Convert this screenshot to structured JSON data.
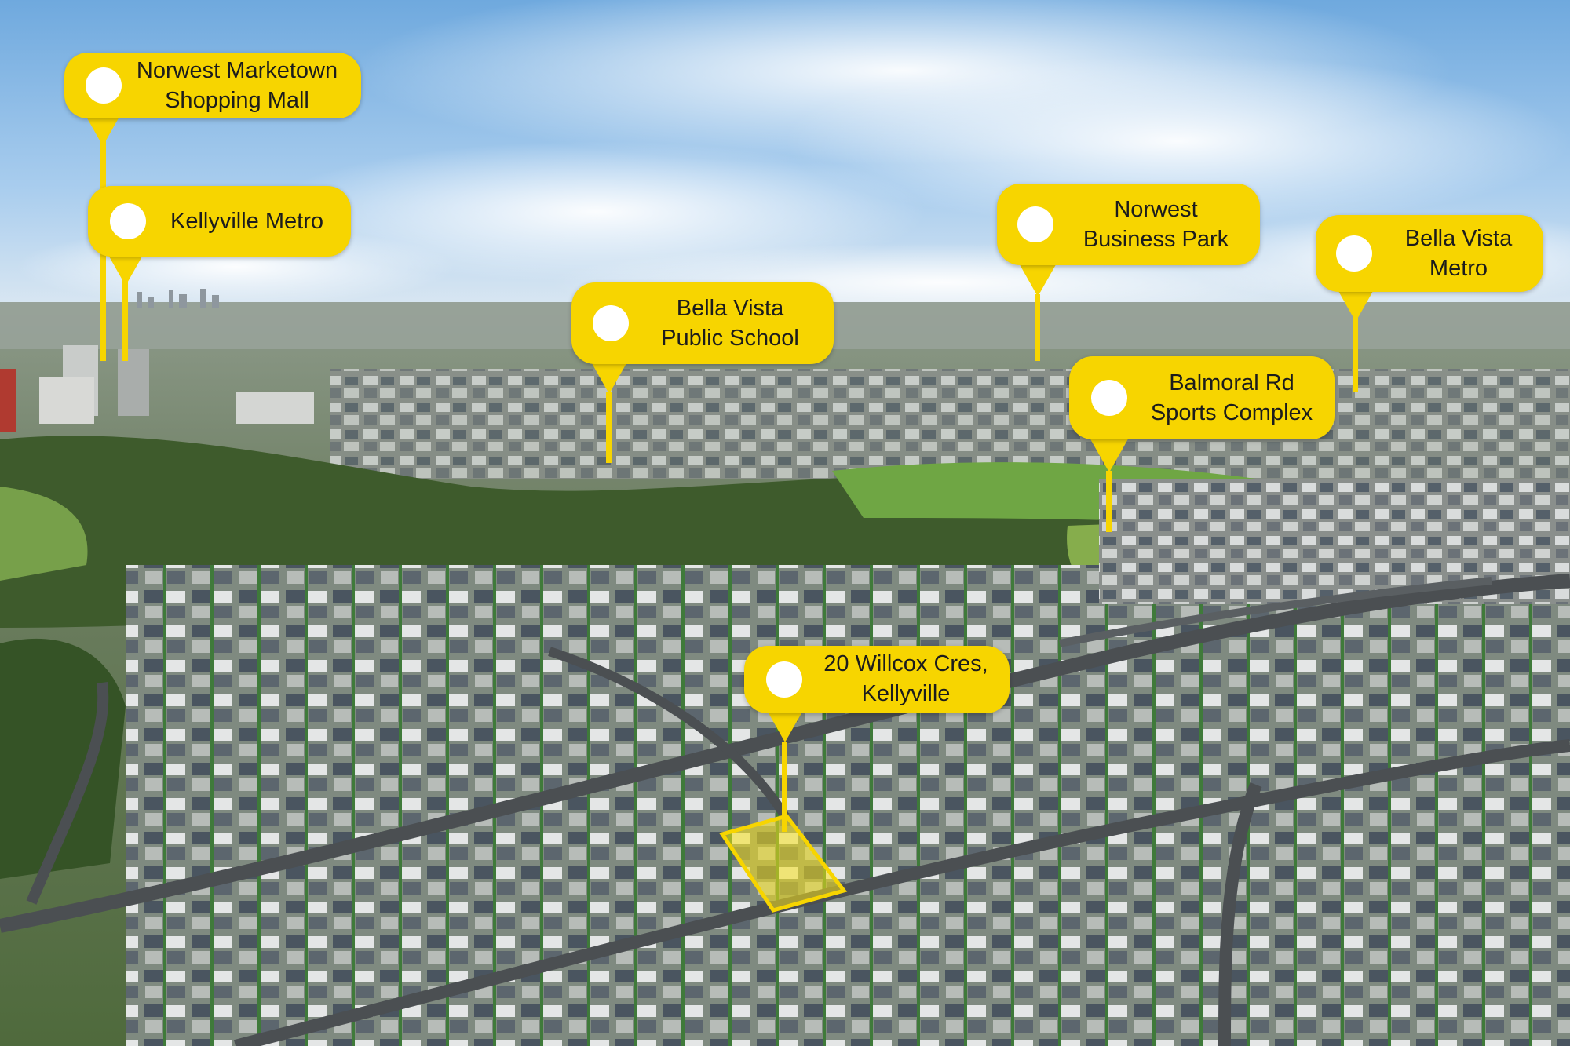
{
  "image": {
    "description_type": "aerial-photo",
    "sky_color": "#8fc0ea",
    "accent_color": "#f7d500"
  },
  "markers": [
    {
      "id": "norwest-marketown",
      "label": "Norwest Marketown\nShopping Mall"
    },
    {
      "id": "kellyville-metro",
      "label": "Kellyville Metro"
    },
    {
      "id": "bella-vista-public-school",
      "label": "Bella Vista\nPublic School"
    },
    {
      "id": "norwest-business-park",
      "label": "Norwest\nBusiness Park"
    },
    {
      "id": "bella-vista-metro",
      "label": "Bella Vista\nMetro"
    },
    {
      "id": "balmoral-rd-sports-complex",
      "label": "Balmoral Rd\nSports Complex"
    },
    {
      "id": "subject-property",
      "label": "20 Willcox Cres,\nKellyville"
    }
  ]
}
